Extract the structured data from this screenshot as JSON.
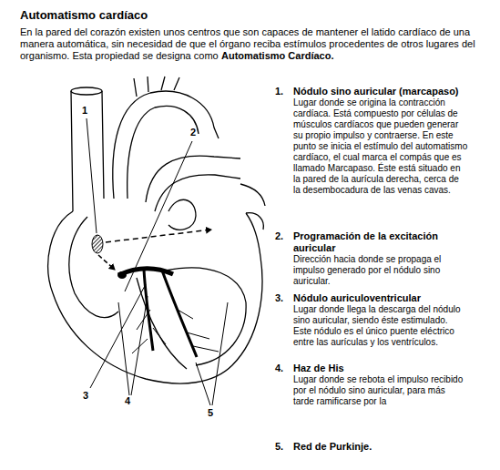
{
  "diagram": {
    "title": "Automatismo cardíaco",
    "labels": [
      "En la pared del corazón existen unos centros que son capaces de mantener el latido cardíaco de una manera automática, sin necesidad de que el órgano reciba estímulos procedentes de otros lugares del organismo.  Esta propiedad se designa como",
      "Automatismo Cardíaco.",
      "1",
      "2",
      "3",
      "4",
      "5",
      "1.",
      "Nódulo sino auricular (marcapaso)",
      "Lugar donde se origina la contracción cardíaca.  Está compuesto por células de músculos cardíacos que pueden generar su propio impulso y contraerse.  En este punto se inicia el estímulo del automatismo cardíaco, el cual marca el compás que es llamado Marcapaso. Éste está situado en la pared de la aurícula derecha, cerca de la desembocadura de las venas cavas.",
      "2.",
      "Programación de la excitación auricular",
      "Dirección hacia donde se propaga el impulso generado por el nódulo sino auricular.",
      "3.",
      "Nódulo auriculoventricular",
      "Lugar donde llega la descarga del nódulo sino auricular, siendo éste estimulado. Este nódulo es el único puente eléctrico entre las aurículas y los ventrículos.",
      "4.",
      "Haz de His",
      "Lugar donde se rebota el impulso recibido por el nódulo sino auricular, para más tarde ramificarse por la",
      "5.",
      "Red de Purkinje."
    ]
  }
}
